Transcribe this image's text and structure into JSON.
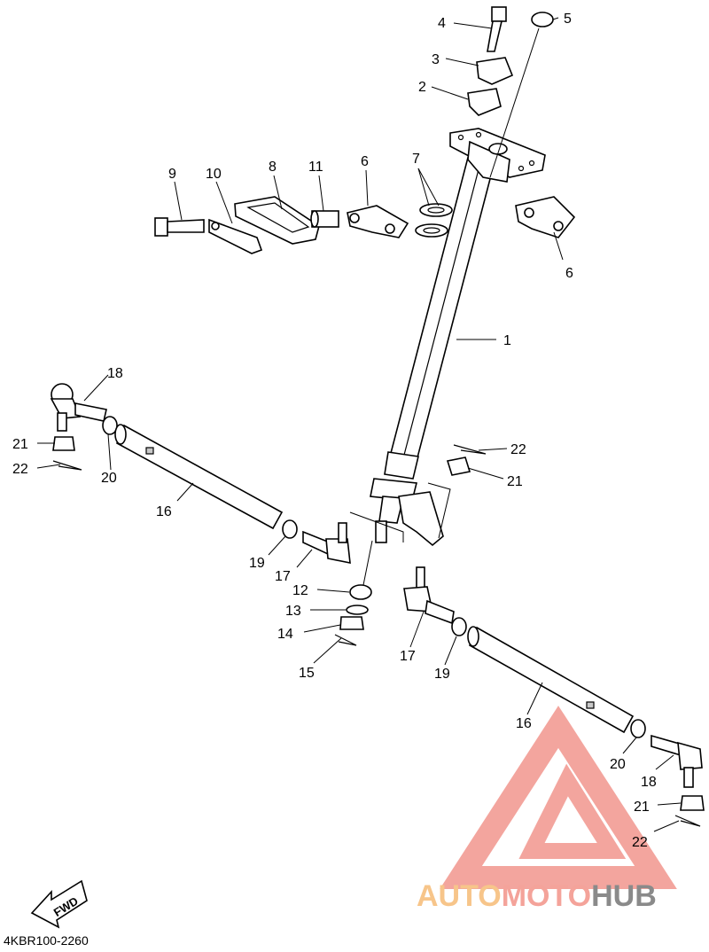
{
  "diagram_code": "4KBR100-2260",
  "fwd_label": "FWD",
  "watermark": {
    "part1": "AUTO",
    "part2": "MOTO",
    "part3": "HUB",
    "color_auto": "#f7c58a",
    "color_moto": "#f4a39a",
    "color_hub": "#8a8a8a",
    "logo_color": "#f29c94"
  },
  "callouts": {
    "c1": "1",
    "c2": "2",
    "c3": "3",
    "c4": "4",
    "c5": "5",
    "c6a": "6",
    "c6b": "6",
    "c7": "7",
    "c8": "8",
    "c9": "9",
    "c10": "10",
    "c11": "11",
    "c12": "12",
    "c13": "13",
    "c14": "14",
    "c15": "15",
    "c16a": "16",
    "c16b": "16",
    "c17a": "17",
    "c17b": "17",
    "c18a": "18",
    "c18b": "18",
    "c19a": "19",
    "c19b": "19",
    "c20a": "20",
    "c20b": "20",
    "c21a": "21",
    "c21b": "21",
    "c21c": "21",
    "c22a": "22",
    "c22b": "22",
    "c22c": "22"
  }
}
